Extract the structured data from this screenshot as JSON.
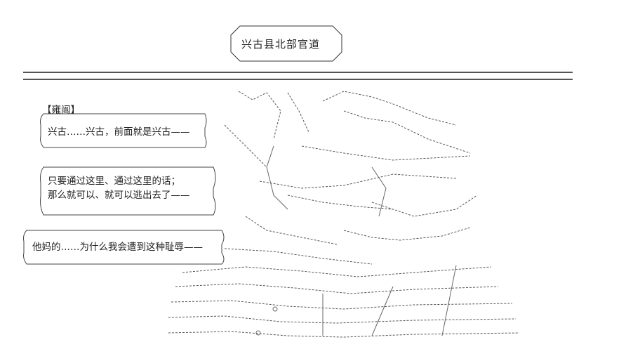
{
  "location": {
    "label": "兴古县北部官道"
  },
  "speaker": {
    "label": "【雍闿】"
  },
  "dialogue": [
    {
      "lines": [
        "兴古……兴古，前面就是兴古——"
      ]
    },
    {
      "lines": [
        "只要通过这里、通过这里的话；",
        "那么就可以、就可以逃出去了——"
      ]
    },
    {
      "lines": [
        "他妈的……为什么我会遭到这种耻辱——"
      ]
    }
  ],
  "colors": {
    "ink": "#222222",
    "background": "#ffffff"
  }
}
